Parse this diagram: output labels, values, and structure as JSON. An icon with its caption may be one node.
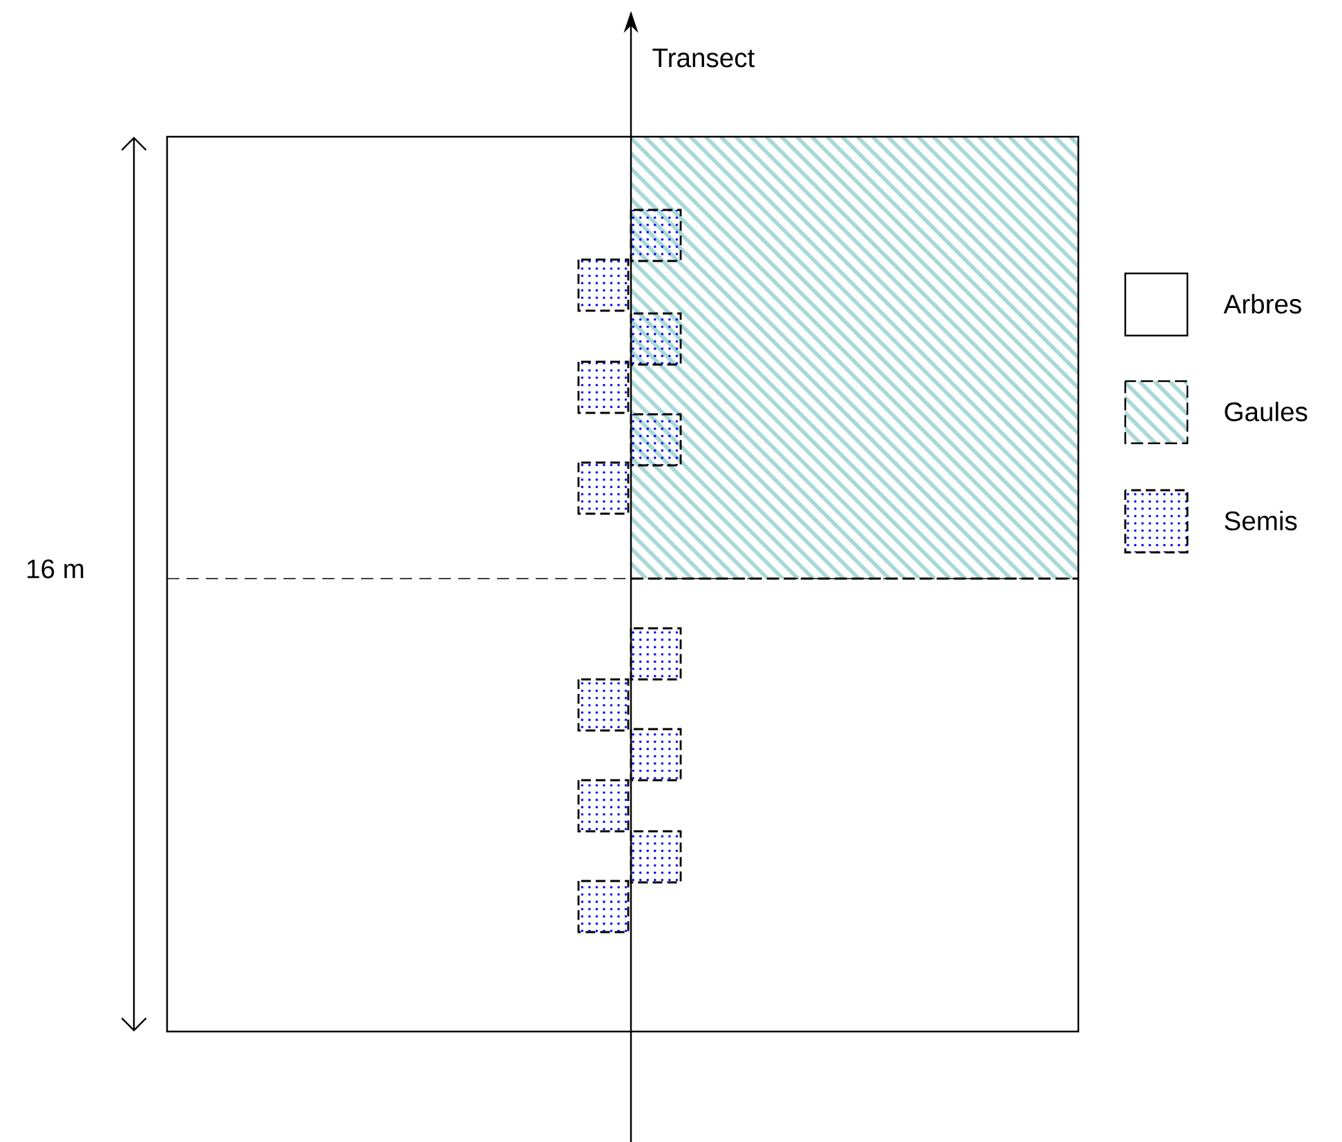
{
  "diagram": {
    "labels": [
      "Transect",
      "16 m"
    ],
    "legend": [
      {
        "text": "Arbres"
      },
      {
        "text": "Gaules"
      },
      {
        "text": "Semis"
      }
    ]
  }
}
